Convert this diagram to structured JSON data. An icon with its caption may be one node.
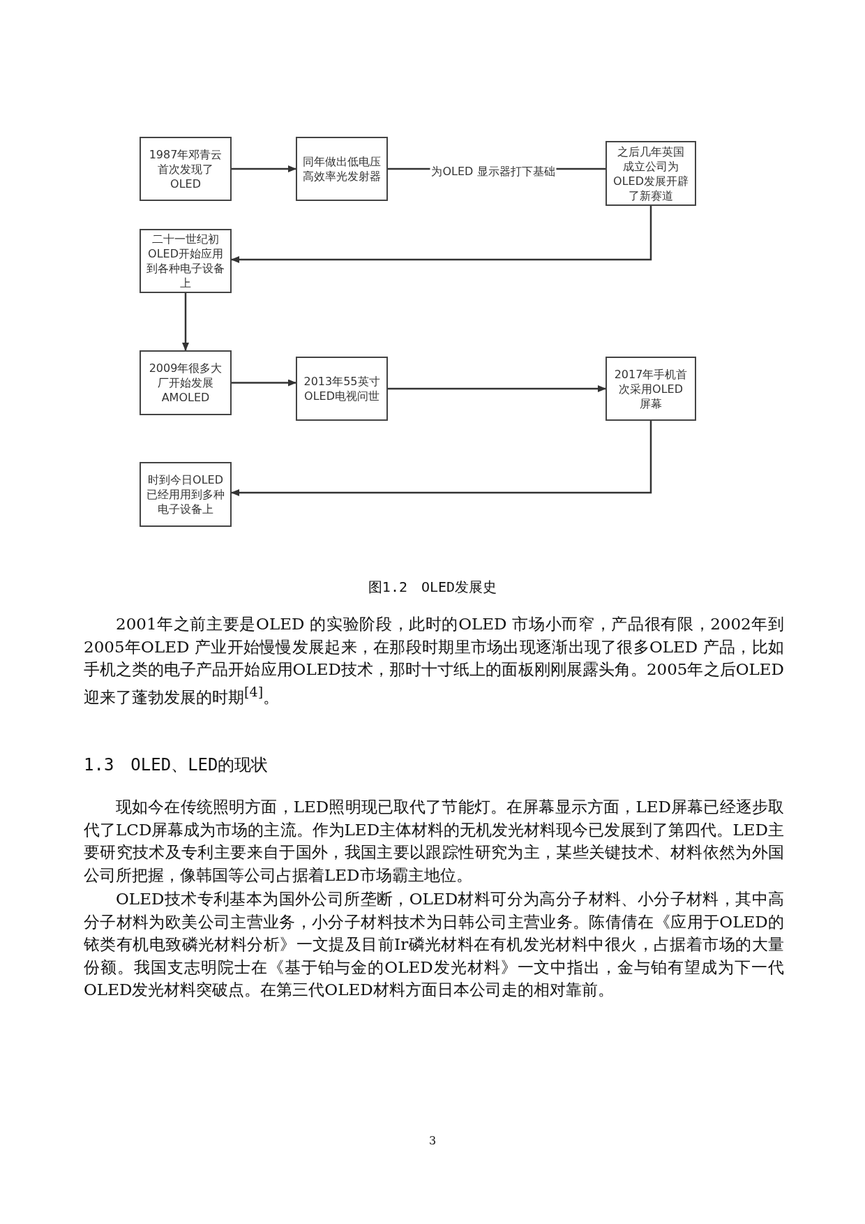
{
  "diagram": {
    "caption": "图1.2　OLED发展史",
    "nodes": [
      {
        "text": [
          "1987年邓青云首次发现了OLED"
        ]
      },
      {
        "text": [
          "同年做出低电压高效率光发射器"
        ]
      },
      {
        "text": [
          "之后几年英国成立公司为OLED发展开辟了新赛道"
        ]
      },
      {
        "text": [
          "二十一世纪初OLED开始应用到各种电子设备上"
        ]
      },
      {
        "text": [
          "2009年很多大厂开始发展AMOLED"
        ]
      },
      {
        "text": [
          "2013年55英寸OLED电视问世"
        ]
      },
      {
        "text": [
          "2017年手机首次采用OLED 屏幕"
        ]
      },
      {
        "text": [
          "时到今日OLED已经用用到多种电子设备上"
        ]
      }
    ],
    "edges": [
      {
        "from": 0,
        "to": 1,
        "arrow": "to"
      },
      {
        "from": 1,
        "to": 2,
        "arrow": "none",
        "label": "为OLED 显示器打下基础"
      },
      {
        "from": 2,
        "to": 3,
        "arrow": "to"
      },
      {
        "from": 3,
        "to": 4,
        "arrow": "to"
      },
      {
        "from": 4,
        "to": 5,
        "arrow": "to"
      },
      {
        "from": 5,
        "to": 6,
        "arrow": "to"
      },
      {
        "from": 6,
        "to": 7,
        "arrow": "to"
      }
    ],
    "labels": [
      "2001年之前主要是OLED 的实验阶段，此时的OLED 市场小而窄，产品很有限，2002年到2005年OLED 产业开始慢慢发展起来，在那段时期里市场出现逐渐出现了很多OLED 产品，比如手机之类的电子产品开始应用OLED技术，那时十寸纸上的面板刚刚展露头角。2005年之后OLED迎来了蓬勃发展的时期$^{[4]}$。",
      "1.3　OLED、LED的现状",
      "现如今在传统照明方面，LED照明现已取代了节能灯。在屏幕显示方面，LED屏幕已经逐步取代了LCD屏幕成为市场的主流。作为LED主体材料的无机发光材料现今已发展到了第四代。LED主要研究技术及专利主要来自于国外，我国主要以跟踪性研究为主，某些关键技术、材料依然为外国公司所把握，像韩国等公司占据着LED市场霸主地位。",
      "OLED技术专利基本为国外公司所垄断，OLED材料可分为高分子材料、小分子材料，其中高分子材料为欧美公司主营业务，小分子材料技术为日韩公司主营业务。陈倩倩在《应用于OLED的铱类有机电致磷光材料分析》一文提及目前Ir磷光材料在有机发光材料中很火，占据着市场的大量份额。我国支志明院士在《基于铂与金的OLED发光材料》一文中指出，金与铂有望成为下一代OLED发光材料突破点。在第三代OLED材料方面日本公司走的相对靠前。",
      "3"
    ]
  }
}
